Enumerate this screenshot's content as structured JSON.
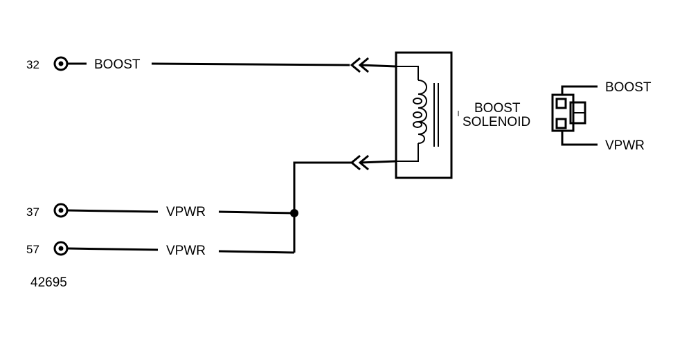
{
  "pins": [
    {
      "number": "32",
      "signal": "BOOST"
    },
    {
      "number": "37",
      "signal": "VPWR"
    },
    {
      "number": "57",
      "signal": "VPWR"
    }
  ],
  "component": {
    "line1": "BOOST",
    "line2": "SOLENOID"
  },
  "connector": {
    "top_label": "BOOST",
    "bottom_label": "VPWR"
  },
  "figure_number": "42695"
}
